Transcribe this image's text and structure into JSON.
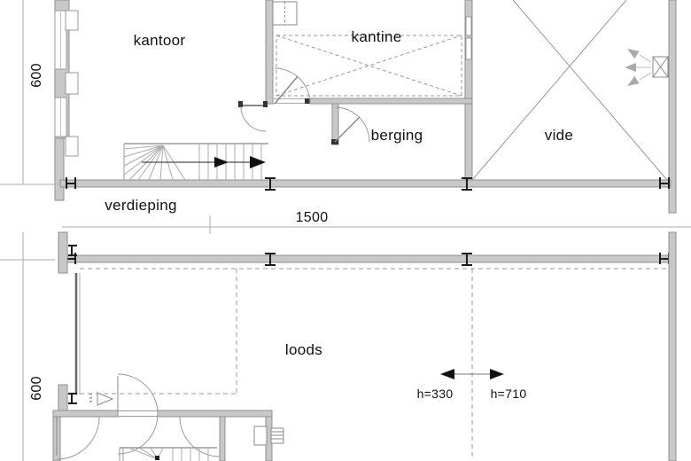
{
  "drawing_type": "floor-plan",
  "upper_plan": {
    "floor_label": "verdieping",
    "rooms": [
      {
        "label": "kantoor"
      },
      {
        "label": "kantine"
      },
      {
        "label": "berging"
      },
      {
        "label": "vide"
      }
    ]
  },
  "lower_plan": {
    "rooms": [
      {
        "label": "loods"
      }
    ],
    "height_annotations": [
      {
        "label": "h=330"
      },
      {
        "label": "h=710"
      }
    ]
  },
  "dimensions": {
    "building_width": "1500",
    "upper_height": "600",
    "lower_height": "600"
  },
  "colors": {
    "wall_fill": "#c8c8c8",
    "wall_edge": "#8f8f8f",
    "thin_line": "#9a9a9a",
    "dashed_line": "#9a9a9a",
    "marker_black": "#1c1c1c",
    "arrow_gray": "#aaaaaa",
    "text": "#111111"
  }
}
